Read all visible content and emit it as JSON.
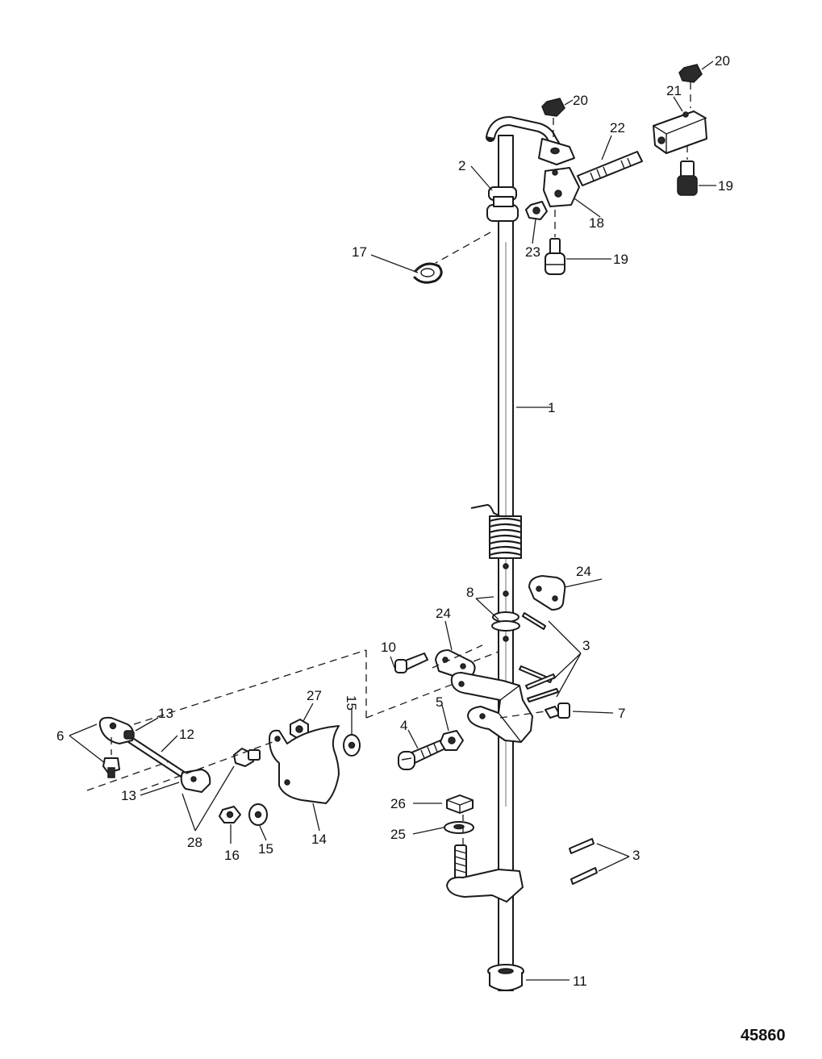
{
  "figure_number": "45860",
  "callouts": {
    "c1": "1",
    "c2": "2",
    "c3a": "3",
    "c3b": "3",
    "c4": "4",
    "c5": "5",
    "c6": "6",
    "c7": "7",
    "c8": "8",
    "c10": "10",
    "c11": "11",
    "c12": "12",
    "c13a": "13",
    "c13b": "13",
    "c14": "14",
    "c15a": "15",
    "c15b": "15",
    "c16": "16",
    "c17": "17",
    "c18": "18",
    "c19a": "19",
    "c19b": "19",
    "c20a": "20",
    "c20b": "20",
    "c21": "21",
    "c22": "22",
    "c23": "23",
    "c24a": "24",
    "c24b": "24",
    "c25": "25",
    "c26": "26",
    "c27": "27",
    "c28": "28"
  }
}
